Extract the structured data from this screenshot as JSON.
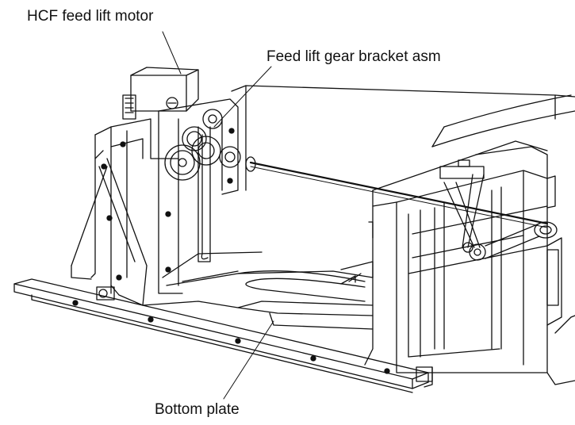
{
  "callouts": {
    "motor": "HCF feed lift motor",
    "gear_bracket": "Feed lift gear bracket asm",
    "bottom_plate": "Bottom plate"
  },
  "colors": {
    "ink": "#111111",
    "paper": "#ffffff"
  }
}
